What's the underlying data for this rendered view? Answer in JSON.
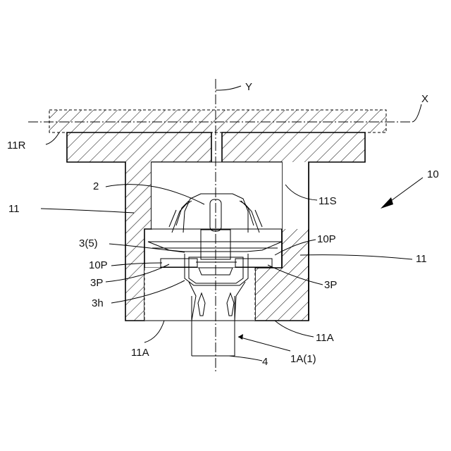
{
  "figure": {
    "labels": {
      "y_axis": "Y",
      "x_axis": "X",
      "ref_10": "10",
      "ref_11R": "11R",
      "ref_11_left": "11",
      "ref_2": "2",
      "ref_11S": "11S",
      "ref_3_5": "3(5)",
      "ref_10P_right": "10P",
      "ref_11_right": "11",
      "ref_10P_left": "10P",
      "ref_3P_left": "3P",
      "ref_3P_right": "3P",
      "ref_3h": "3h",
      "ref_11A_right": "11A",
      "ref_11A_left": "11A",
      "ref_1A_1": "1A(1)",
      "ref_4": "4"
    },
    "colors": {
      "line": "#000000",
      "background": "#ffffff"
    }
  }
}
